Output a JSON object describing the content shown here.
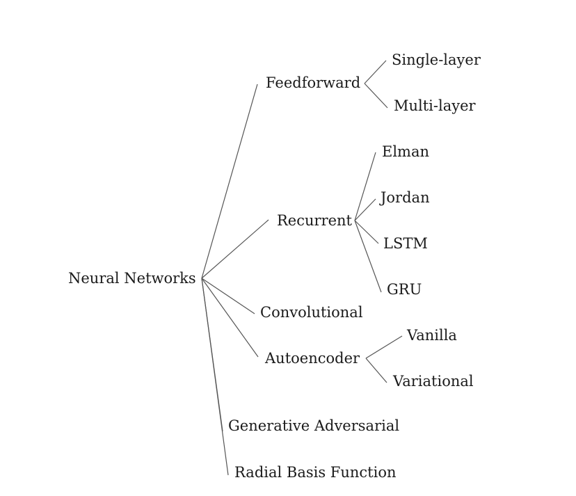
{
  "diagram": {
    "root": "Neural Networks",
    "branches": [
      {
        "label": "Feedforward",
        "children": [
          "Single-layer",
          "Multi-layer"
        ]
      },
      {
        "label": "Recurrent",
        "children": [
          "Elman",
          "Jordan",
          "LSTM",
          "GRU"
        ]
      },
      {
        "label": "Convolutional",
        "children": []
      },
      {
        "label": "Autoencoder",
        "children": [
          "Vanilla",
          "Variational"
        ]
      },
      {
        "label": "Generative Adversarial",
        "children": []
      },
      {
        "label": "Radial Basis Function",
        "children": []
      }
    ]
  }
}
